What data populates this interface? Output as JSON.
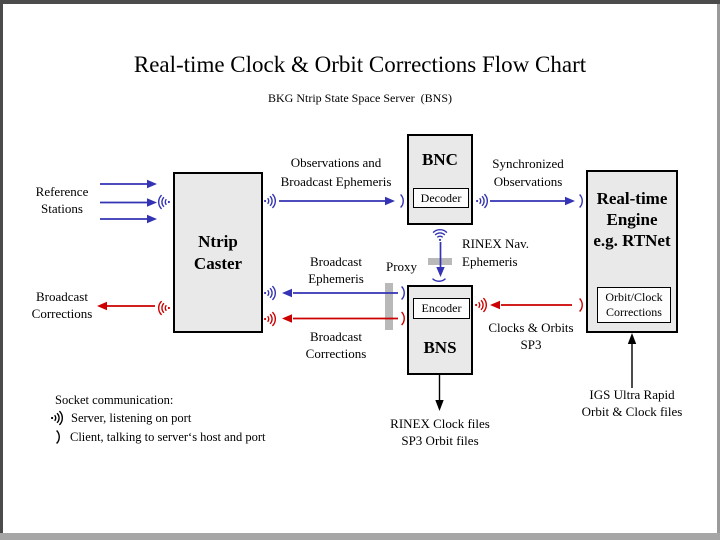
{
  "title": "Real-time Clock & Orbit Corrections Flow Chart",
  "subtitle": "BKG Ntrip State Space Server  (BNS)",
  "nodes": {
    "ntrip_caster": {
      "line1": "Ntrip",
      "line2": "Caster"
    },
    "bnc": {
      "title": "BNC",
      "sub": "Decoder"
    },
    "bns": {
      "title": "BNS",
      "sub": "Encoder"
    },
    "rt_engine": {
      "line1": "Real-time",
      "line2": "Engine",
      "line3": "e.g. RTNet",
      "sub1": "Orbit/Clock",
      "sub2": "Corrections"
    }
  },
  "labels": {
    "reference_stations": {
      "line1": "Reference",
      "line2": "Stations"
    },
    "broadcast_corrections_left": {
      "line1": "Broadcast",
      "line2": "Corrections"
    },
    "observations_ephemeris": {
      "line1": "Observations and",
      "line2": "Broadcast Ephemeris"
    },
    "synchronized_observations": {
      "line1": "Synchronized",
      "line2": "Observations"
    },
    "rinex_nav_ephemeris": {
      "line1": "RINEX Nav.",
      "line2": "Ephemeris"
    },
    "proxy": "Proxy",
    "broadcast_ephemeris_mid": {
      "line1": "Broadcast",
      "line2": "Ephemeris"
    },
    "broadcast_corrections_mid": {
      "line1": "Broadcast",
      "line2": "Corrections"
    },
    "clocks_orbits_sp3": {
      "line1": "Clocks & Orbits",
      "line2": "SP3"
    },
    "rinex_clock_files": {
      "line1": "RINEX Clock files",
      "line2": "SP3 Orbit files"
    },
    "igs_ultra_rapid": {
      "line1": "IGS Ultra Rapid",
      "line2": "Orbit & Clock files"
    }
  },
  "legend": {
    "heading": "Socket communication:",
    "server_item": "Server, listening on port",
    "client_item": "Client, talking to server‘s host and port"
  },
  "colors": {
    "blue": "#3333b3",
    "red": "#cc0000",
    "box_fill": "#e9e9e9",
    "subbox_fill": "#fdfdfd",
    "bar_gray": "#b9b9b9",
    "frame_dark": "#4b4b4b",
    "frame_light": "#9a9a9a",
    "frame_bottom": "#a6a6a6"
  }
}
